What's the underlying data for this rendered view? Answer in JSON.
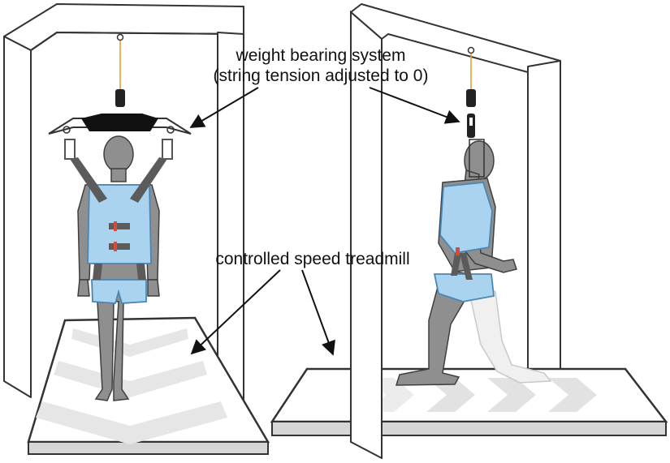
{
  "labels": {
    "weight_line1": "weight bearing system",
    "weight_line2": "(string tension adjusted to 0)",
    "treadmill": "controlled speed treadmill"
  },
  "colors": {
    "frame_fill": "#ffffff",
    "frame_stroke": "#333333",
    "body": "#8f8f8f",
    "body_dark": "#6e6e6e",
    "vest": "#a9d3ef",
    "vest_stroke": "#4a87b4",
    "strap": "#5b5b5b",
    "cable": "#e8a030",
    "buckle": "#d94a3a",
    "chevron": "#e2e2e2",
    "arrow": "#111111"
  },
  "icons": {
    "left_frame": "gantry-frame-icon",
    "right_frame": "gantry-frame-icon",
    "treadmill": "treadmill-belt-icon",
    "harness": "harness-vest-icon"
  }
}
